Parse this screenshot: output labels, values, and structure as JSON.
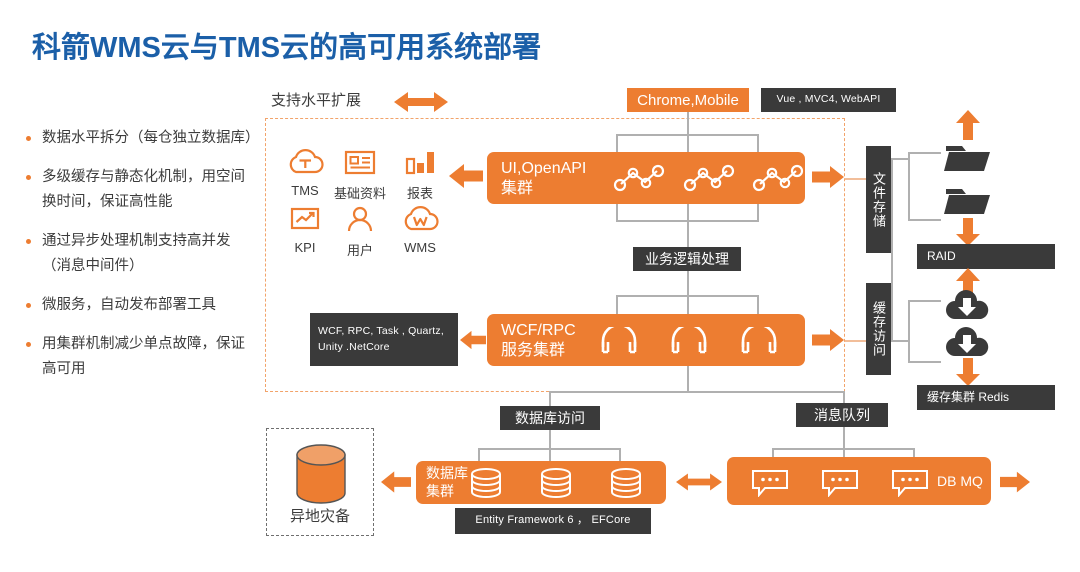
{
  "title": "科箭WMS云与TMS云的高可用系统部署",
  "colors": {
    "title_blue": "#1B5FA8",
    "accent_orange": "#ED7D31",
    "dark_box": "#3A3A3A",
    "dash_orange": "#F2A36A",
    "connector_gray": "#B0B0B0"
  },
  "bullets": [
    "数据水平拆分（每仓独立数据库）",
    "多级缓存与静态化机制，用空间换时间，保证高性能",
    "通过异步处理机制支持高并发（消息中间件）",
    "微服务，自动发布部署工具",
    "用集群机制减少单点故障，保证高可用"
  ],
  "scale_hint": "支持水平扩展",
  "top": {
    "client_box": "Chrome,Mobile",
    "client_tech": "Vue , MVC4, WebAPI"
  },
  "modules": [
    {
      "label": "TMS",
      "icon": "cloud-t-icon"
    },
    {
      "label": "基础资料",
      "icon": "id-card-icon"
    },
    {
      "label": "报表",
      "icon": "bar-chart-icon"
    },
    {
      "label": "KPI",
      "icon": "monitor-trend-icon"
    },
    {
      "label": "用户",
      "icon": "user-icon"
    },
    {
      "label": "WMS",
      "icon": "cloud-w-icon"
    }
  ],
  "tiers": {
    "ui_cluster": "UI,OpenAPI\n集群",
    "business_logic": "业务逻辑处理",
    "service_cluster": "WCF/RPC\n服务集群",
    "service_tech": "WCF, RPC, Task , Quartz,\nUnity .NetCore"
  },
  "right": {
    "file_storage_label": "文件存储",
    "cache_access_label": "缓存访问",
    "raid": "RAID",
    "cache_cluster": "缓存集群    Redis",
    "storage_icon": "folder-icon",
    "cache_icon": "cloud-download-icon"
  },
  "bottom": {
    "db_access_label": "数据库访问",
    "db_cluster": "数据库\n集群",
    "db_tech": "Entity Framework 6 ，   EFCore",
    "mq_label": "消息队列",
    "mq_cluster_text": "DB MQ",
    "dr_label": "异地灾备",
    "db_icon": "database-icon",
    "mq_icon": "chat-bubble-icon",
    "dr_icon": "cylinder-icon"
  }
}
